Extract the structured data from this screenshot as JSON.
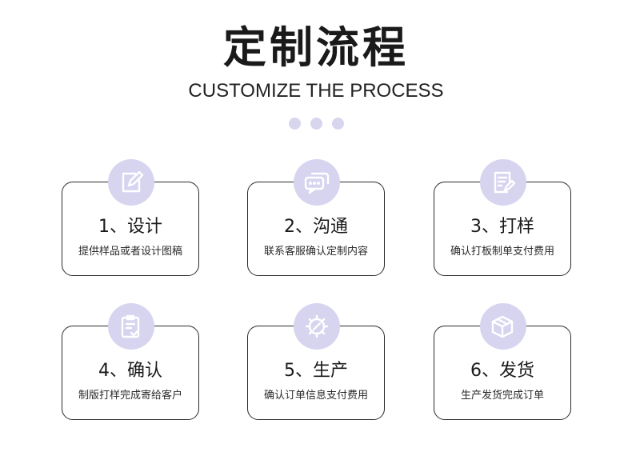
{
  "header": {
    "title": "定制流程",
    "subtitle": "CUSTOMIZE THE PROCESS"
  },
  "colors": {
    "accent": "#d7d4ef",
    "border": "#2b2b2b"
  },
  "steps": [
    {
      "title": "1、设计",
      "desc": "提供样品或者设计图稿",
      "icon": "edit-icon"
    },
    {
      "title": "2、沟通",
      "desc": "联系客服确认定制内容",
      "icon": "chat-icon"
    },
    {
      "title": "3、打样",
      "desc": "确认打板制单支付费用",
      "icon": "document-icon"
    },
    {
      "title": "4、确认",
      "desc": "制版打样完成寄给客户",
      "icon": "checklist-icon"
    },
    {
      "title": "5、生产",
      "desc": "确认订单信息支付费用",
      "icon": "tools-icon"
    },
    {
      "title": "6、发货",
      "desc": "生产发货完成订单",
      "icon": "package-icon"
    }
  ]
}
